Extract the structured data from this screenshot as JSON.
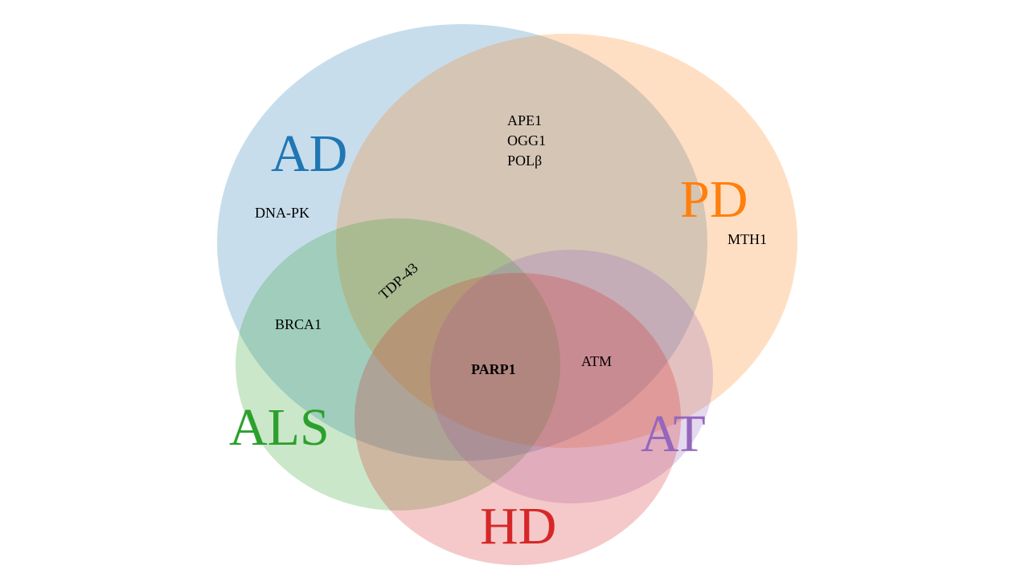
{
  "sets": [
    {
      "id": "AD",
      "label": "AD",
      "color": "#1f77b4"
    },
    {
      "id": "PD",
      "label": "PD",
      "color": "#ff7f0e"
    },
    {
      "id": "ALS",
      "label": "ALS",
      "color": "#2ca02c"
    },
    {
      "id": "AT",
      "label": "AT",
      "color": "#9467bd"
    },
    {
      "id": "HD",
      "label": "HD",
      "color": "#d62728"
    }
  ],
  "genes": {
    "ape1": "APE1",
    "ogg1": "OGG1",
    "polb": "POLβ",
    "dnapk": "DNA-PK",
    "mth1": "MTH1",
    "tdp43": "TDP-43",
    "brca1": "BRCA1",
    "parp1": "PARP1",
    "atm": "ATM"
  }
}
